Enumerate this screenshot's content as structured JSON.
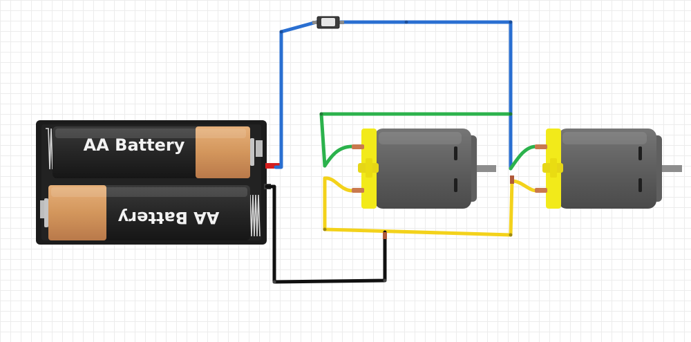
{
  "battery_pack": {
    "cell_top_label": "AA Battery",
    "cell_bottom_label": "AA Battery"
  },
  "wires": [
    {
      "name": "blue-wire",
      "color": "#2a6fd1"
    },
    {
      "name": "green-wire",
      "color": "#2bb24c"
    },
    {
      "name": "yellow-wire",
      "color": "#f3d21b"
    },
    {
      "name": "black-wire",
      "color": "#111111"
    }
  ],
  "components": [
    "battery-holder",
    "push-switch",
    "dc-motor-left",
    "dc-motor-right"
  ],
  "colors": {
    "motor_body": "#5a5a5a",
    "motor_cap": "#f2ea1a",
    "battery_copper": "#d39a62",
    "battery_case": "#1b1b1b"
  }
}
